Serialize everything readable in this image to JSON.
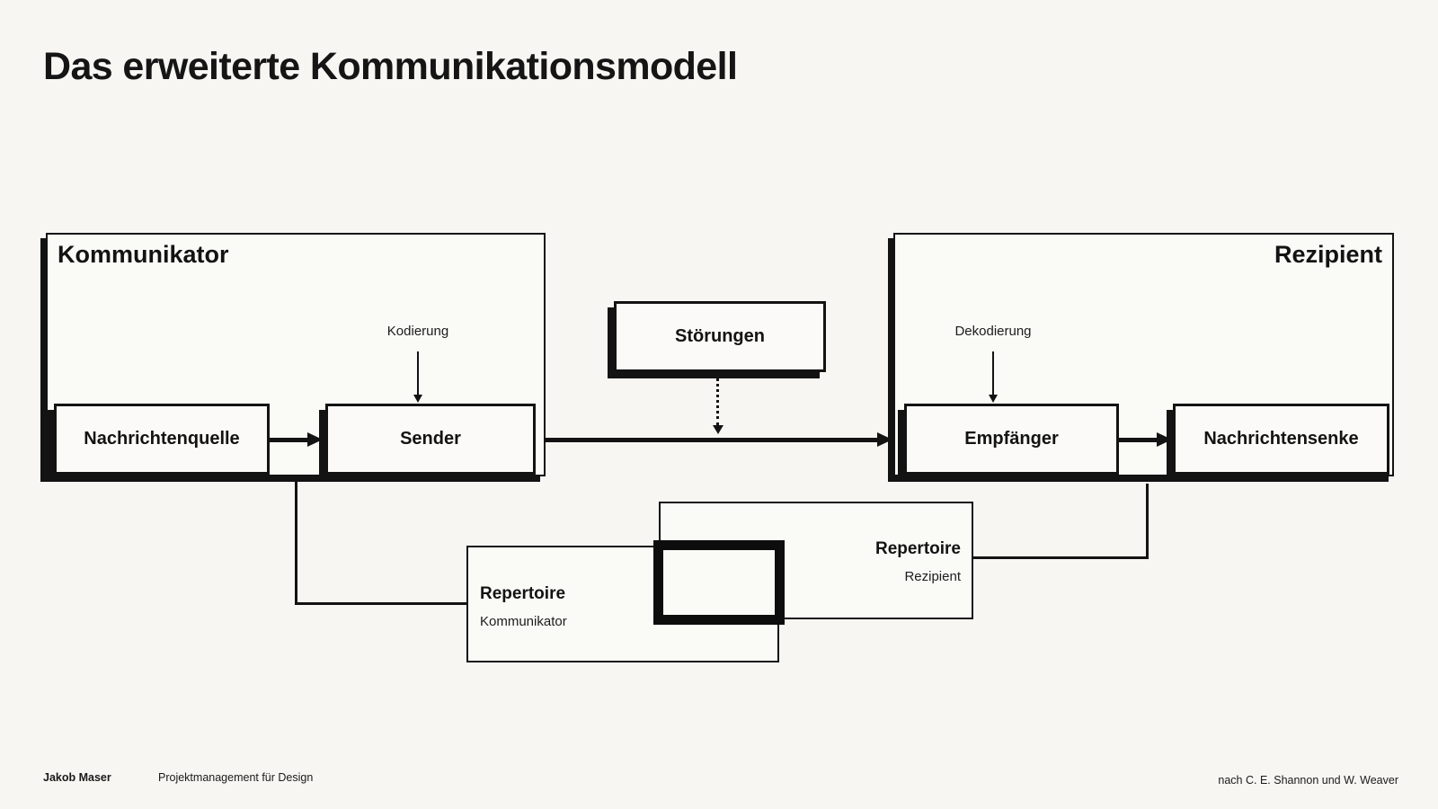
{
  "slide": {
    "title": "Das erweiterte Kommunikationsmodell"
  },
  "kommunikator": {
    "label": "Kommunikator",
    "source_box": "Nachrichtenquelle",
    "sender_box": "Sender",
    "process_label": "Kodierung"
  },
  "rezipient": {
    "label": "Rezipient",
    "receiver_box": "Empfänger",
    "sink_box": "Nachrichtensenke",
    "process_label": "Dekodierung"
  },
  "channel": {
    "noise_box": "Störungen"
  },
  "repertoires": {
    "kommunikator": {
      "title": "Repertoire",
      "subtitle": "Kommunikator"
    },
    "rezipient": {
      "title": "Repertoire",
      "subtitle": "Rezipient"
    }
  },
  "footer": {
    "author": "Jakob Maser",
    "project": "Projektmanagement für Design",
    "attribution": "nach C. E. Shannon und W. Weaver"
  },
  "colors": {
    "background": "#f7f6f3",
    "box_fill": "#fafaf7",
    "ink": "#131313"
  }
}
